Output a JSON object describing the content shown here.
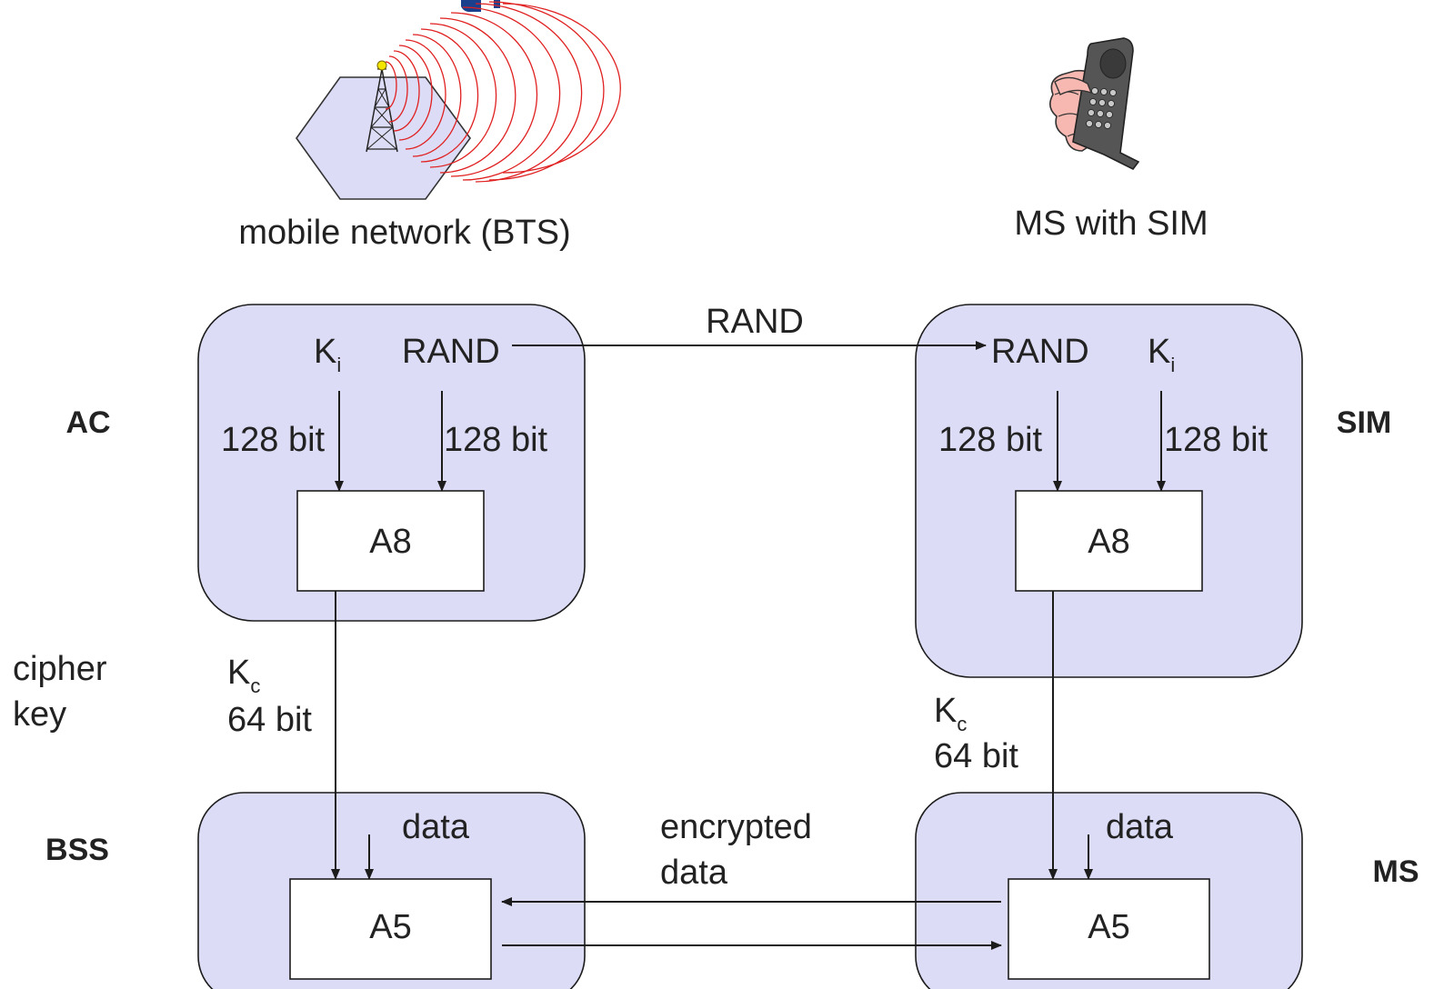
{
  "network": {
    "caption": "mobile network (BTS)"
  },
  "handset": {
    "caption": "MS with SIM"
  },
  "sides": {
    "ac": "AC",
    "sim": "SIM",
    "bss": "BSS",
    "ms": "MS",
    "cipher_key_line1": "cipher",
    "cipher_key_line2": "key"
  },
  "ac_panel": {
    "key_base": "K",
    "key_sub": "i",
    "rand": "RAND",
    "bits_left": "128 bit",
    "bits_right": "128 bit",
    "algorithm": "A8"
  },
  "sim_panel": {
    "rand": "RAND",
    "key_base": "K",
    "key_sub": "i",
    "bits_left": "128 bit",
    "bits_right": "128 bit",
    "algorithm": "A8"
  },
  "rand_transfer": {
    "label": "RAND"
  },
  "kc_left": {
    "base": "K",
    "sub": "c",
    "bits": "64 bit"
  },
  "kc_right": {
    "base": "K",
    "sub": "c",
    "bits": "64 bit"
  },
  "bss_panel": {
    "data": "data",
    "algorithm": "A5"
  },
  "ms_panel": {
    "data": "data",
    "algorithm": "A5"
  },
  "encrypted": {
    "line1": "encrypted",
    "line2": "data"
  },
  "colors": {
    "panel_fill": "#dcdcf6",
    "signal_waves": "#e02020",
    "tower_dot": "#f2e600",
    "skin": "#f6b8b0",
    "phone_body": "#555555"
  }
}
